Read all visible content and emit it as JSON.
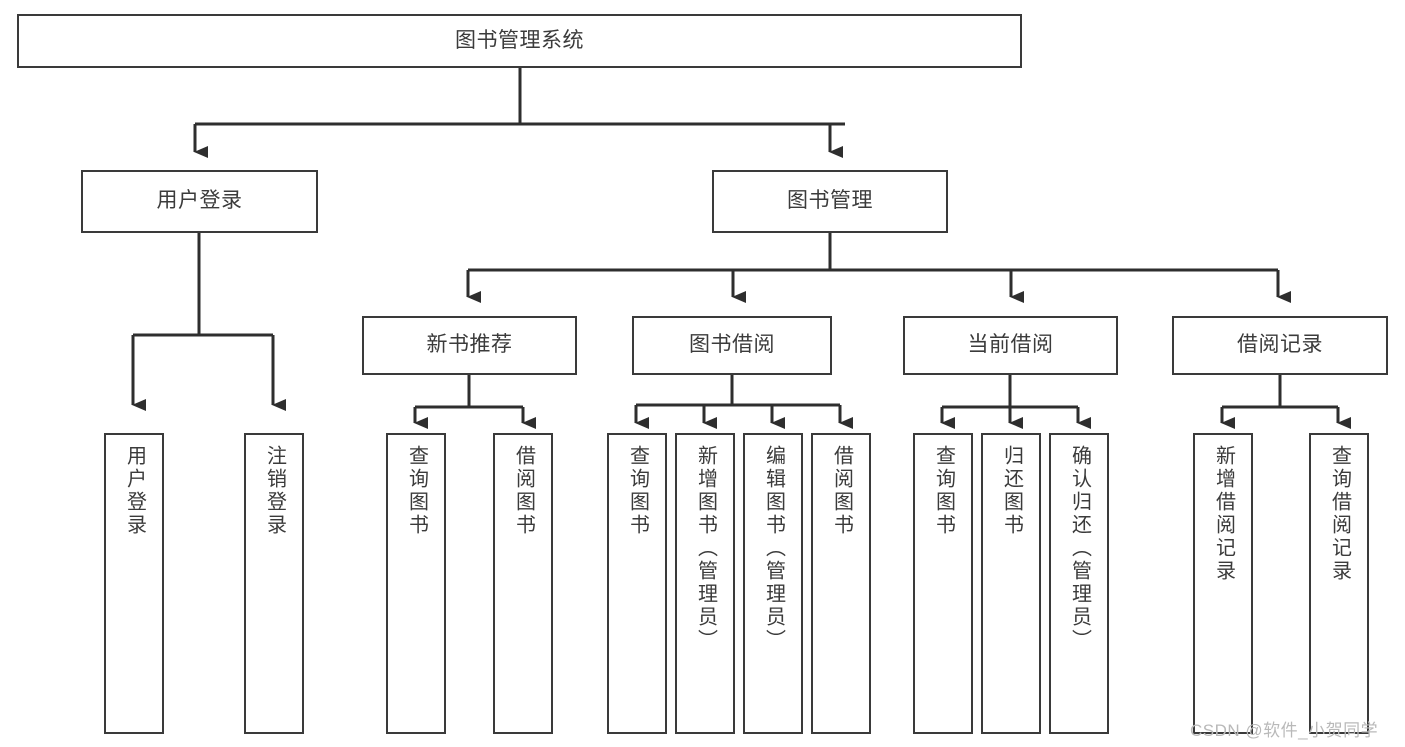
{
  "diagram": {
    "type": "hierarchy-tree",
    "title": "图书管理系统",
    "orientation": "top-down",
    "colors": {
      "stroke": "#3a3a3a",
      "fill": "#ffffff",
      "text": "#3b3b3b",
      "watermark": "#b9b9b9"
    },
    "watermark": "CSDN @软件_小贺同学",
    "root": {
      "id": "root",
      "label": "图书管理系统"
    },
    "level2": [
      {
        "id": "user-login",
        "label": "用户登录"
      },
      {
        "id": "book-management",
        "label": "图书管理"
      }
    ],
    "level3": [
      {
        "id": "new-book-recommend",
        "label": "新书推荐",
        "parent": "book-management"
      },
      {
        "id": "book-borrow",
        "label": "图书借阅",
        "parent": "book-management"
      },
      {
        "id": "current-borrow",
        "label": "当前借阅",
        "parent": "book-management"
      },
      {
        "id": "borrow-record",
        "label": "借阅记录",
        "parent": "book-management"
      }
    ],
    "leaves": {
      "user-login": [
        {
          "id": "leaf-user-login",
          "label": "用户登录"
        },
        {
          "id": "leaf-user-logout",
          "label": "注销登录"
        }
      ],
      "new-book-recommend": [
        {
          "id": "leaf-query-book-1",
          "label": "查询图书"
        },
        {
          "id": "leaf-borrow-book-1",
          "label": "借阅图书"
        }
      ],
      "book-borrow": [
        {
          "id": "leaf-query-book-2",
          "label": "查询图书"
        },
        {
          "id": "leaf-add-book",
          "label": "新增图书（管理员）"
        },
        {
          "id": "leaf-edit-book",
          "label": "编辑图书（管理员）"
        },
        {
          "id": "leaf-borrow-book-2",
          "label": "借阅图书"
        }
      ],
      "current-borrow": [
        {
          "id": "leaf-query-book-3",
          "label": "查询图书"
        },
        {
          "id": "leaf-return-book",
          "label": "归还图书"
        },
        {
          "id": "leaf-confirm-return",
          "label": "确认归还（管理员）"
        }
      ],
      "borrow-record": [
        {
          "id": "leaf-add-record",
          "label": "新增借阅记录"
        },
        {
          "id": "leaf-query-record",
          "label": "查询借阅记录"
        }
      ]
    }
  }
}
